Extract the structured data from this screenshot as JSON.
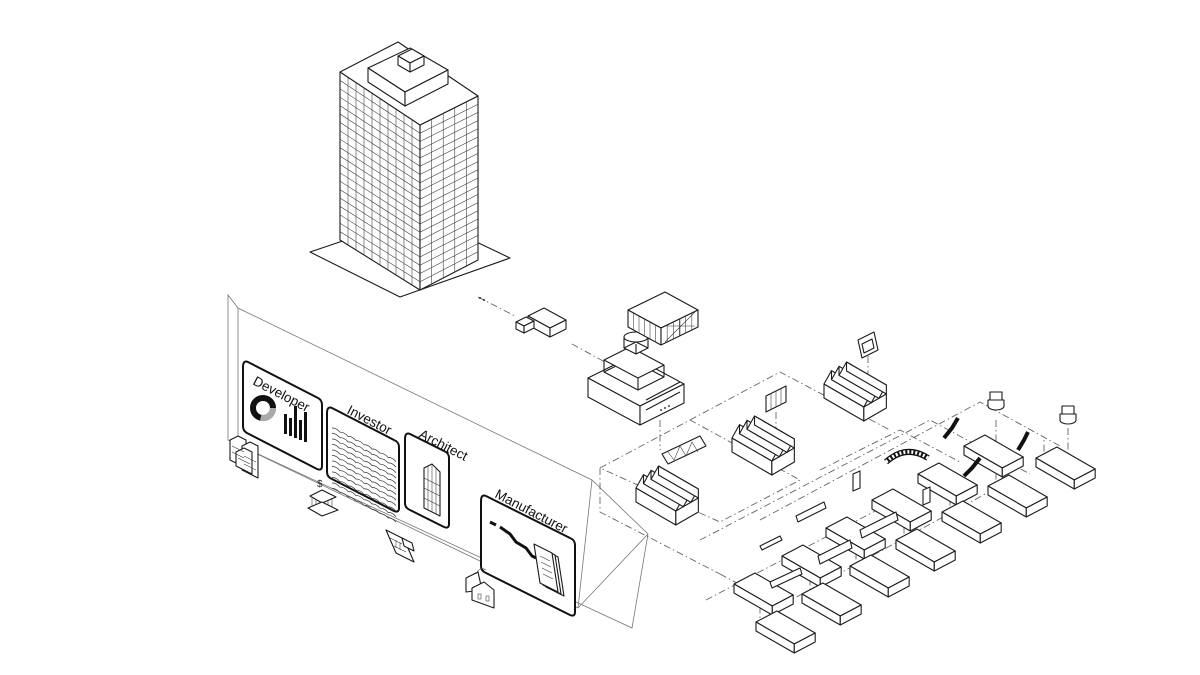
{
  "diagram": {
    "stakeholders": [
      {
        "label": "Developer"
      },
      {
        "label": "Investor"
      },
      {
        "label": "Architect"
      },
      {
        "label": "Manufacturer"
      }
    ],
    "icons": {
      "developer": "buildings-icon",
      "investor": "bank-dollar-icon",
      "architect": "blueprint-icon",
      "manufacturer": "factory-icon"
    },
    "investor_icon_symbol": "$",
    "colors": {
      "line": "#1b1b1b",
      "dash": "#666666",
      "background": "#ffffff"
    }
  }
}
